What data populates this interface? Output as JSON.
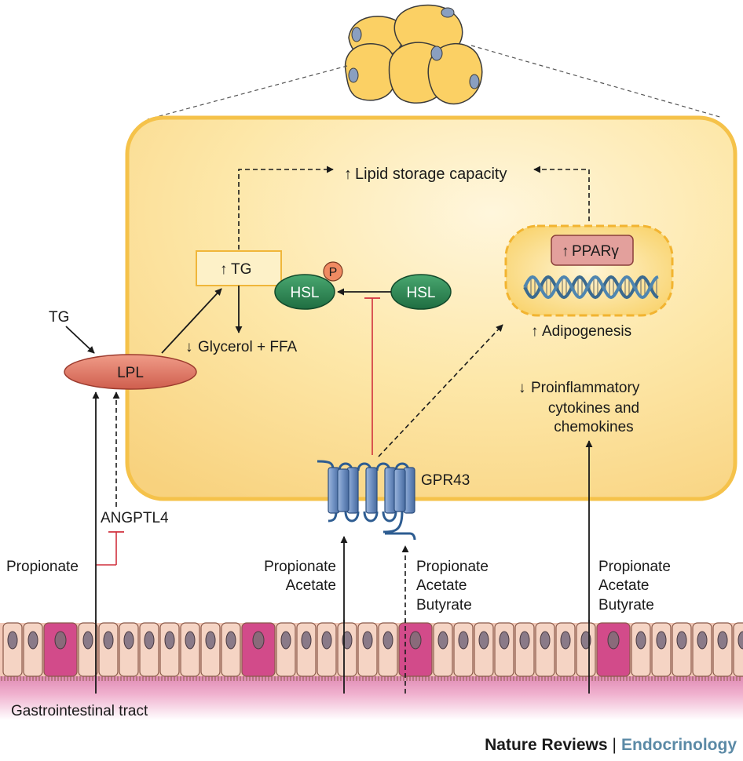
{
  "labels": {
    "lipid_storage": "Lipid storage capacity",
    "tg_box": "TG",
    "tg_input": "TG",
    "glycerol_ffa": "Glycerol + FFA",
    "lpl": "LPL",
    "hsl_active": "HSL",
    "hsl_inactive": "HSL",
    "phospho": "P",
    "ppar": "PPAR",
    "ppar_gamma": "γ",
    "adipogenesis": "Adipogenesis",
    "proinflam": [
      "Proinflammatory",
      "cytokines and",
      "chemokines"
    ],
    "gpr43": "GPR43",
    "angptl4": "ANGPTL4",
    "propionate_left": "Propionate",
    "scfa_mid_left": [
      "Propionate",
      "Acetate"
    ],
    "scfa_mid_right": [
      "Propionate",
      "Acetate",
      "Butyrate"
    ],
    "scfa_right": [
      "Propionate",
      "Acetate",
      "Butyrate"
    ],
    "gi_tract": "Gastrointestinal tract",
    "credit_journal": "Nature Reviews",
    "credit_sep": "|",
    "credit_section": "Endocrinology"
  },
  "arrows": {
    "up": "↑",
    "down": "↓"
  },
  "colors": {
    "cell_fill": "#fbe3a5",
    "cell_stroke": "#f5c24a",
    "lpl_fill": "#e07a6a",
    "hsl_fill": "#2e8b57",
    "phospho_fill": "#f08a62",
    "ppar_fill": "#e6a3a0",
    "receptor_fill": "#6a8dbf",
    "inhibition": "#d0313d",
    "goblet": "#d24b8a",
    "epithelium": "#f2c9b8"
  }
}
